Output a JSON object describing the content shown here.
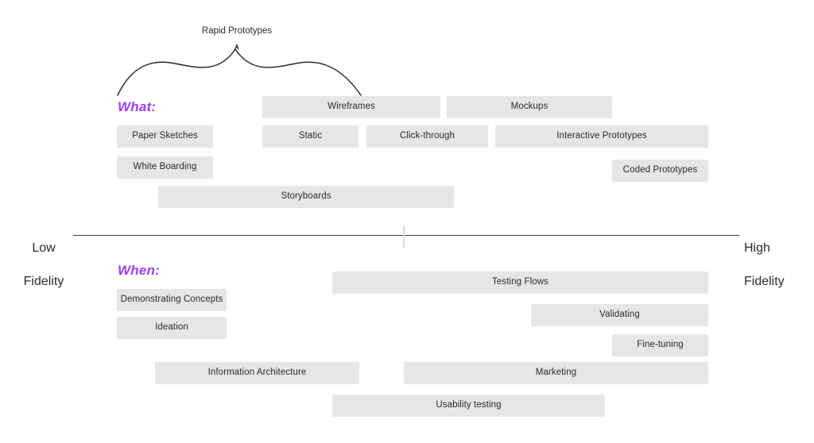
{
  "diagram": {
    "title_caption": "Rapid Prototypes",
    "accent_color": "#9b3ef5",
    "box_color": "#e6e6e6",
    "text_color": "#2b2b2b",
    "axis_color": "#3a3a3a"
  },
  "axis": {
    "left_label_line1": "Low",
    "left_label_line2": "Fidelity",
    "right_label_line1": "High",
    "right_label_line2": "Fidelity"
  },
  "what_section": {
    "label": "What:",
    "items": [
      {
        "label": "Wireframes"
      },
      {
        "label": "Mockups"
      },
      {
        "label": "Paper Sketches"
      },
      {
        "label": "Static"
      },
      {
        "label": "Click-through"
      },
      {
        "label": "Interactive Prototypes"
      },
      {
        "label": "White Boarding"
      },
      {
        "label": "Coded Prototypes"
      },
      {
        "label": "Storyboards"
      }
    ]
  },
  "when_section": {
    "label": "When:",
    "items": [
      {
        "label": "Testing Flows"
      },
      {
        "label": "Demonstrating Concepts"
      },
      {
        "label": "Validating"
      },
      {
        "label": "Ideation"
      },
      {
        "label": "Fine-tuning"
      },
      {
        "label": "Information Architecture"
      },
      {
        "label": "Marketing"
      },
      {
        "label": "Usability testing"
      }
    ]
  }
}
